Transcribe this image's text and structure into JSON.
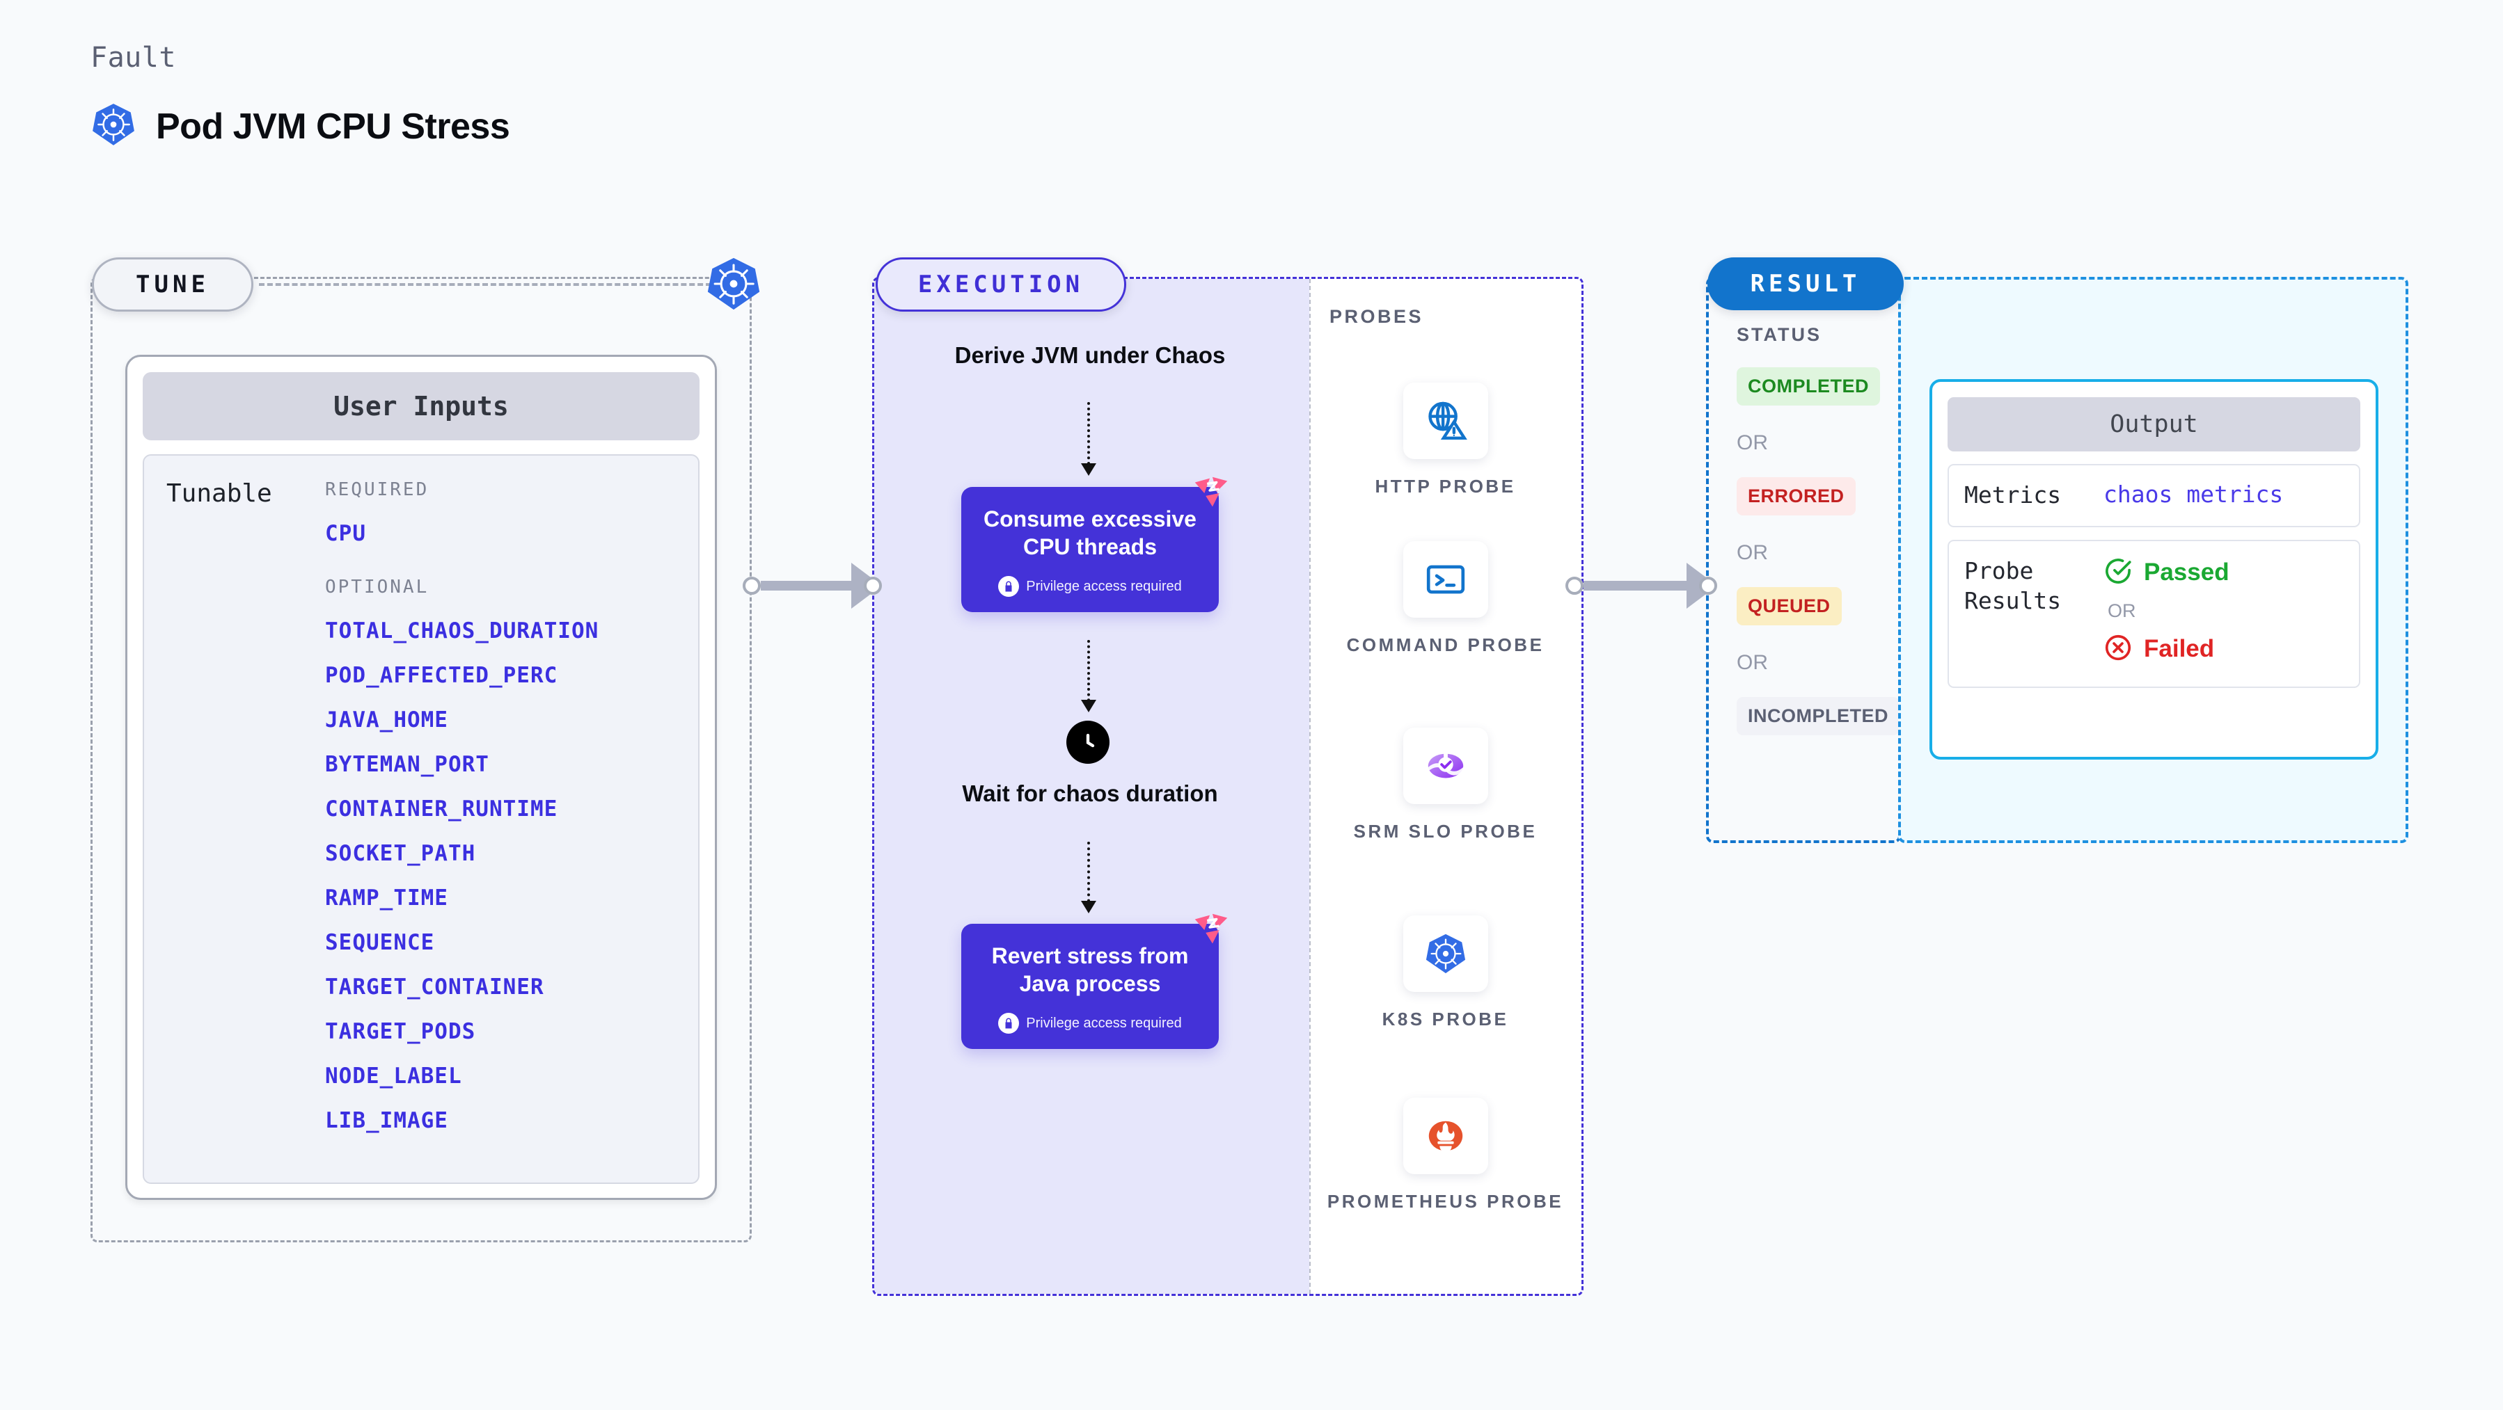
{
  "header": {
    "kicker": "Fault",
    "title": "Pod JVM CPU Stress",
    "icon": "kubernetes-icon"
  },
  "tune": {
    "pill_label": "TUNE",
    "platform_icon": "kubernetes-icon",
    "card_title": "User Inputs",
    "tunable_label": "Tunable",
    "required_title": "REQUIRED",
    "required": [
      "CPU"
    ],
    "optional_title": "OPTIONAL",
    "optional": [
      "TOTAL_CHAOS_DURATION",
      "POD_AFFECTED_PERC",
      "JAVA_HOME",
      "BYTEMAN_PORT",
      "CONTAINER_RUNTIME",
      "SOCKET_PATH",
      "RAMP_TIME",
      "SEQUENCE",
      "TARGET_CONTAINER",
      "TARGET_PODS",
      "NODE_LABEL",
      "LIB_IMAGE"
    ]
  },
  "execution": {
    "pill_label": "EXECUTION",
    "steps": [
      {
        "kind": "text",
        "label": "Derive JVM under Chaos"
      },
      {
        "kind": "action",
        "label": "Consume excessive CPU threads",
        "privilege": "Privilege access required"
      },
      {
        "kind": "wait",
        "label": "Wait for chaos duration",
        "icon": "clock-icon"
      },
      {
        "kind": "action",
        "label": "Revert stress from Java process",
        "privilege": "Privilege access required"
      }
    ]
  },
  "probes": {
    "title": "PROBES",
    "items": [
      {
        "label": "HTTP PROBE",
        "icon": "globe-warning-icon"
      },
      {
        "label": "COMMAND PROBE",
        "icon": "terminal-icon"
      },
      {
        "label": "SRM SLO PROBE",
        "icon": "srm-slo-icon"
      },
      {
        "label": "K8S PROBE",
        "icon": "kubernetes-icon"
      },
      {
        "label": "PROMETHEUS PROBE",
        "icon": "prometheus-icon"
      }
    ]
  },
  "result": {
    "pill_label": "RESULT",
    "status_title": "STATUS",
    "or_label": "OR",
    "statuses": [
      {
        "label": "COMPLETED",
        "color": "#1c8a20",
        "bg": "#dff5de"
      },
      {
        "label": "ERRORED",
        "color": "#c32121",
        "bg": "#fdeaea"
      },
      {
        "label": "QUEUED",
        "color": "#c32121",
        "bg": "#fbeec3"
      },
      {
        "label": "INCOMPLETED",
        "color": "#5b6073",
        "bg": "#f1f2f7"
      }
    ]
  },
  "output": {
    "title": "Output",
    "metrics_key": "Metrics",
    "metrics_value": "chaos metrics",
    "probe_results_key": "Probe Results",
    "passed_label": "Passed",
    "failed_label": "Failed",
    "or_label": "OR",
    "passed_icon": "check-circle-icon",
    "failed_icon": "x-circle-icon"
  },
  "colors": {
    "accent_purple": "#4432d8",
    "accent_blue": "#1274cc",
    "k8s_blue": "#326ce5",
    "harness_pink": "#ff5c8a",
    "param_blue": "#3b2fe0"
  }
}
